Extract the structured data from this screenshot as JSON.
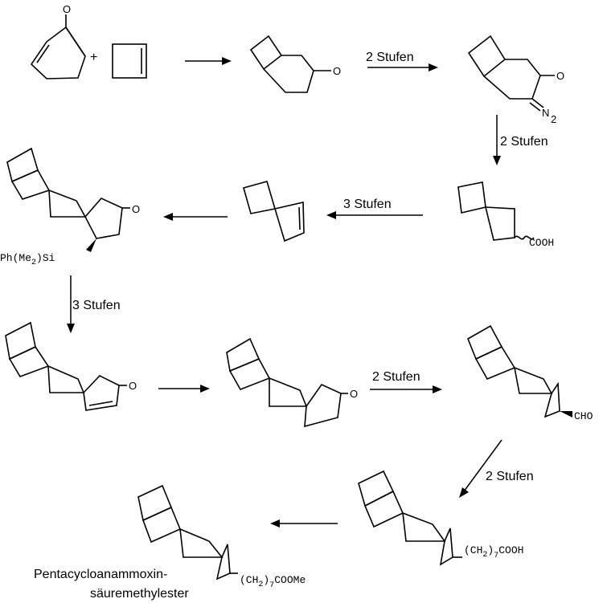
{
  "reagents": {
    "plus": "+",
    "oxygen": "O"
  },
  "steps": {
    "s1": "2 Stufen",
    "s2": "2 Stufen",
    "s3": "3 Stufen",
    "s4": "3 Stufen",
    "s5": "2 Stufen",
    "s6": "2 Stufen"
  },
  "groups": {
    "n2": "N",
    "n2_sub": "2",
    "cooh": "COOH",
    "silyl_a": "Ph(Me",
    "silyl_sub": "2",
    "silyl_b": ")Si",
    "cho": "CHO",
    "ch2_a": "(CH",
    "ch2_sub": "2",
    "ch2_b": ")",
    "seven": "7",
    "cooh2": "COOH",
    "coome": "COOMe"
  },
  "product": {
    "name_line1": "Pentacycloanammoxin-",
    "name_line2": "säuremethylester"
  }
}
